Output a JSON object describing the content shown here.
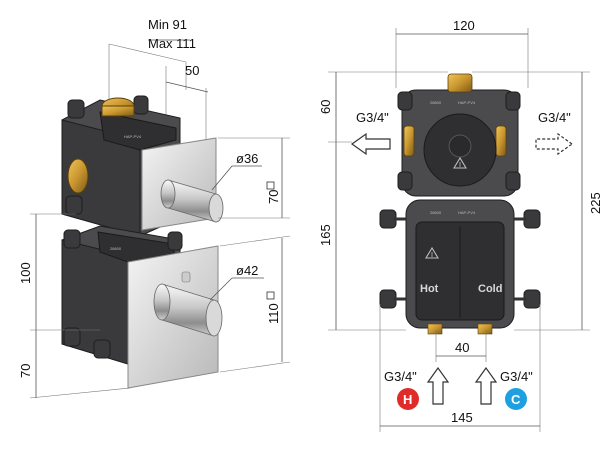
{
  "left_view": {
    "depth_min": "Min 91",
    "depth_max": "Max 111",
    "dim_50": "50",
    "dim_100": "100",
    "dim_70_bottom": "70",
    "diameter_top": "ø36",
    "diameter_bottom": "ø42",
    "square_top": "70",
    "square_bottom": "110"
  },
  "right_view": {
    "width_top": "120",
    "height_top": "60",
    "height_body": "165",
    "height_total": "225",
    "outlet_left": "G3/4\"",
    "outlet_right": "G3/4\"",
    "face_hot": "Hot",
    "face_cold": "Cold",
    "spacing_inlets": "40",
    "inlet_hot": "G3/4\"",
    "inlet_cold": "G3/4\"",
    "badge_hot": "H",
    "badge_cold": "C",
    "width_bottom": "145",
    "microtext_a": "28600",
    "microtext_b": "HAP-PV4"
  },
  "colors": {
    "hot_badge": "#e02b2b",
    "cold_badge": "#1ea0e0",
    "brass": "#c9962f"
  },
  "icons": [
    "recycle-mark-icon",
    "outlet-arrow-icon",
    "inlet-arrow-icon"
  ]
}
